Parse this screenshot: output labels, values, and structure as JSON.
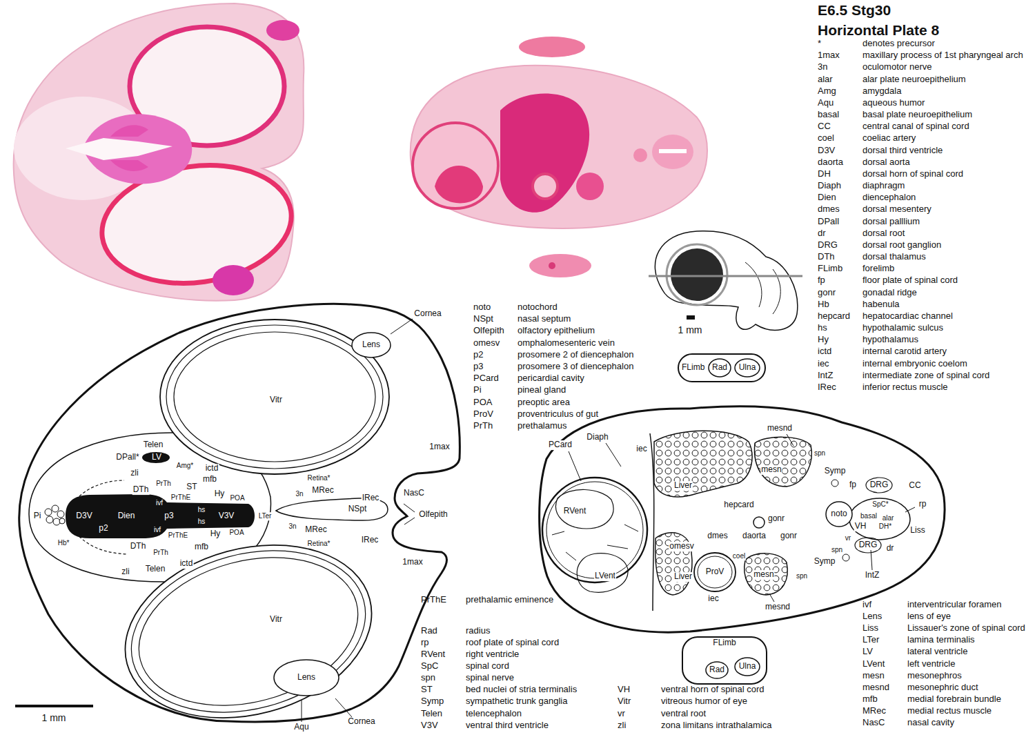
{
  "diagram": {
    "title": "E6.5 Stg30 Horizontal Plate 8",
    "nodes": [
      {
        "text": [
          "Lens"
        ]
      },
      {
        "text": [
          "FLimb"
        ]
      },
      {
        "text": [
          "Rad"
        ],
        "in": 1
      },
      {
        "text": [
          "Ulna"
        ],
        "in": 1
      },
      {
        "text": [
          "noto"
        ]
      },
      {
        "text": [
          "ProV"
        ]
      },
      {
        "text": [
          "FLimb"
        ]
      },
      {
        "text": [
          "Rad"
        ],
        "in": 6
      },
      {
        "text": [
          "Ulna"
        ],
        "in": 6
      },
      {
        "text": [
          "Lens"
        ]
      }
    ],
    "labels": [
      "Cornea",
      "Vitr",
      "1max",
      "Telen",
      "DPall*",
      "LV",
      "Amg*",
      "ictd",
      "zli",
      "PrTh",
      "ST",
      "mfb",
      "DTh",
      "PrThE",
      "Hy",
      "ivf",
      "IRec",
      "Retina*",
      "3n",
      "MRec",
      "NasC",
      "POA",
      "hs",
      "V3V",
      "LTer",
      "NSpt",
      "Olfepith",
      "Pi",
      "D3V",
      "Dien",
      "p3",
      "hs",
      "p2",
      "Hy",
      "POA",
      "3n",
      "MRec",
      "ivf",
      "PrThE",
      "Hb*",
      "IRec",
      "Retina*",
      "DTh",
      "mfb",
      "PrTh",
      "ictd",
      "Telen",
      "zli",
      "1max",
      "Vitr",
      "Aqu",
      "Cornea",
      "1 mm",
      "1 mm",
      "Diaph",
      "PCard",
      "iec",
      "mesnd",
      "spn",
      "mesn",
      "Symp",
      "Liver",
      "RVent",
      "hepcard",
      "fp",
      "DRG",
      "CC",
      "gonr",
      "SpC*",
      "rp",
      "basal",
      "alar",
      "dmes",
      "daorta",
      "VH",
      "DH*",
      "Liss",
      "omesv",
      "gonr",
      "vr",
      "DRG",
      "dr",
      "coel",
      "spn",
      "Symp",
      "LVent",
      "mesn",
      "Liver",
      "IntZ",
      "spn",
      "iec",
      "mesnd",
      "*",
      "denotes precursor",
      "1max",
      "maxillary process of 1st pharyngeal arch",
      "3n",
      "oculomotor nerve",
      "alar",
      "alar plate neuroepithelium",
      "Amg",
      "amygdala",
      "Aqu",
      "aqueous humor",
      "basal",
      "basal plate neuroepithelium",
      "CC",
      "central canal of spinal cord",
      "coel",
      "coeliac artery",
      "D3V",
      "dorsal third ventricle",
      "daorta",
      "dorsal aorta",
      "DH",
      "dorsal horn of spinal cord",
      "Diaph",
      "diaphragm",
      "Dien",
      "diencephalon",
      "dmes",
      "dorsal mesentery",
      "DPall",
      "dorsal palllium",
      "dr",
      "dorsal root",
      "DRG",
      "dorsal root ganglion",
      "DTh",
      "dorsal thalamus",
      "FLimb",
      "forelimb",
      "fp",
      "floor plate of spinal cord",
      "gonr",
      "gonadal ridge",
      "Hb",
      "habenula",
      "hepcard",
      "hepatocardiac channel",
      "hs",
      "hypothalamic sulcus",
      "Hy",
      "hypothalamus",
      "ictd",
      "internal carotid artery",
      "iec",
      "internal embryonic coelom",
      "IntZ",
      "intermediate zone of spinal cord",
      "IRec",
      "inferior rectus muscle",
      "noto",
      "notochord",
      "NSpt",
      "nasal septum",
      "Olfepith",
      "olfactory epithelium",
      "omesv",
      "omphalomesenteric vein",
      "p2",
      "prosomere 2 of diencephalon",
      "p3",
      "prosomere 3 of diencephalon",
      "PCard",
      "pericardial cavity",
      "Pi",
      "pineal gland",
      "POA",
      "preoptic area",
      "ProV",
      "proventriculus of gut",
      "PrTh",
      "prethalamus",
      "PrThE",
      "prethalamic eminence",
      "Rad",
      "radius",
      "rp",
      "roof plate of spinal cord",
      "RVent",
      "right ventricle",
      "SpC",
      "spinal cord",
      "spn",
      "spinal nerve",
      "ST",
      "bed nuclei of stria terminalis",
      "Symp",
      "sympathetic trunk ganglia",
      "Telen",
      "telencephalon",
      "V3V",
      "ventral third ventricle",
      "VH",
      "ventral horn of spinal cord",
      "Vitr",
      "vitreous humor of eye",
      "vr",
      "ventral root",
      "zli",
      "zona limitans intrathalamica",
      "ivf",
      "interventricular foramen",
      "Lens",
      "lens of eye",
      "Liss",
      "Lissauer's zone of spinal cord",
      "LTer",
      "lamina terminalis",
      "LV",
      "lateral ventricle",
      "LVent",
      "left ventricle",
      "mesn",
      "mesonephros",
      "mesnd",
      "mesonephric duct",
      "mfb",
      "medial forebrain bundle",
      "MRec",
      "medial rectus muscle",
      "NasC",
      "nasal cavity"
    ]
  }
}
